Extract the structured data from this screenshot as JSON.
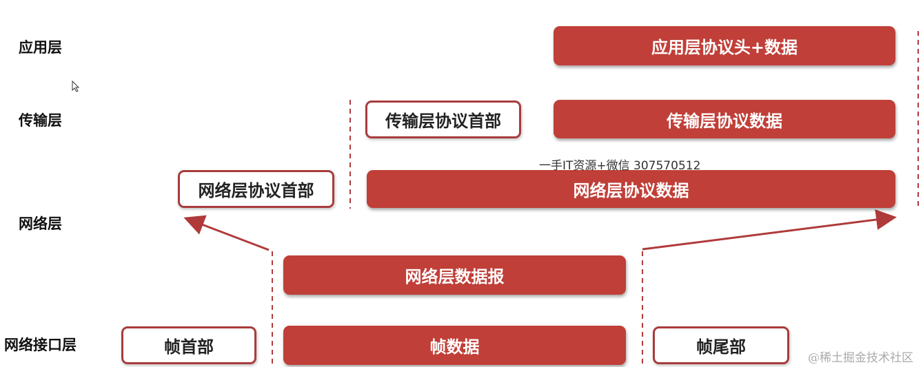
{
  "layers": {
    "application": "应用层",
    "transport": "传输层",
    "network": "网络层",
    "link": "网络接口层"
  },
  "boxes": {
    "app_data": "应用层协议头+数据",
    "transport_header": "传输层协议首部",
    "transport_data": "传输层协议数据",
    "network_header": "网络层协议首部",
    "network_data": "网络层协议数据",
    "datagram": "网络层数据报",
    "frame_header": "帧首部",
    "frame_data": "帧数据",
    "frame_trailer": "帧尾部"
  },
  "watermark": "一手IT资源+微信  307570512",
  "credit": "@稀土掘金技术社区",
  "colors": {
    "accent": "#c03f38",
    "border": "#a83c3c"
  }
}
